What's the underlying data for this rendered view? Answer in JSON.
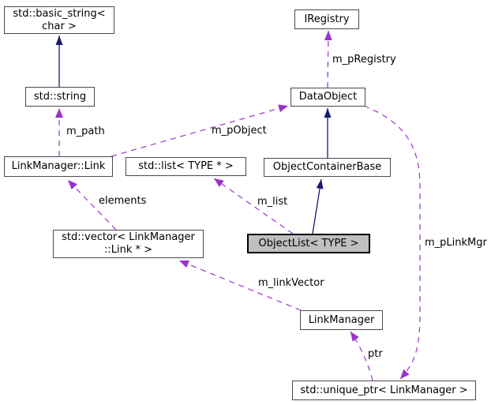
{
  "diagram": {
    "type": "doxygen-collaboration-graph",
    "colors": {
      "background": "#ffffff",
      "node_border": "#4a4a4a",
      "node_fill": "#ffffff",
      "focus_node_fill": "#bfbfbf",
      "focus_node_border": "#000000",
      "text": "#000000",
      "inheritance_edge": "#191970",
      "usage_edge": "#9a32cd"
    }
  },
  "nodes": {
    "basic_string": {
      "label": "std::basic_string<\nchar >"
    },
    "iregistry": {
      "label": "IRegistry"
    },
    "std_string": {
      "label": "std::string"
    },
    "data_object": {
      "label": "DataObject"
    },
    "link": {
      "label": "LinkManager::Link"
    },
    "std_list": {
      "label": "std::list< TYPE * >"
    },
    "object_container_base": {
      "label": "ObjectContainerBase"
    },
    "object_list": {
      "label": "ObjectList< TYPE >"
    },
    "std_vector": {
      "label": "std::vector< LinkManager\n::Link * >"
    },
    "link_manager": {
      "label": "LinkManager"
    },
    "unique_ptr": {
      "label": "std::unique_ptr< LinkManager >"
    }
  },
  "edges": [
    {
      "from": "std::string",
      "to": "std::basic_string< char >",
      "type": "inheritance",
      "label": ""
    },
    {
      "from": "ObjectContainerBase",
      "to": "DataObject",
      "type": "inheritance",
      "label": ""
    },
    {
      "from": "ObjectList< TYPE >",
      "to": "ObjectContainerBase",
      "type": "inheritance",
      "label": ""
    },
    {
      "from": "LinkManager::Link",
      "to": "std::string",
      "type": "usage",
      "label": "m_path"
    },
    {
      "from": "LinkManager::Link",
      "to": "DataObject",
      "type": "usage",
      "label": "m_pObject"
    },
    {
      "from": "DataObject",
      "to": "IRegistry",
      "type": "usage",
      "label": "m_pRegistry"
    },
    {
      "from": "std::vector< LinkManager::Link * >",
      "to": "LinkManager::Link",
      "type": "usage",
      "label": "elements"
    },
    {
      "from": "ObjectList< TYPE >",
      "to": "std::list< TYPE * >",
      "type": "usage",
      "label": "m_list"
    },
    {
      "from": "LinkManager",
      "to": "std::vector< LinkManager::Link * >",
      "type": "usage",
      "label": "m_linkVector"
    },
    {
      "from": "std::unique_ptr< LinkManager >",
      "to": "LinkManager",
      "type": "usage",
      "label": "ptr"
    },
    {
      "from": "DataObject",
      "to": "std::unique_ptr< LinkManager >",
      "type": "usage",
      "label": "m_pLinkMgr"
    }
  ]
}
